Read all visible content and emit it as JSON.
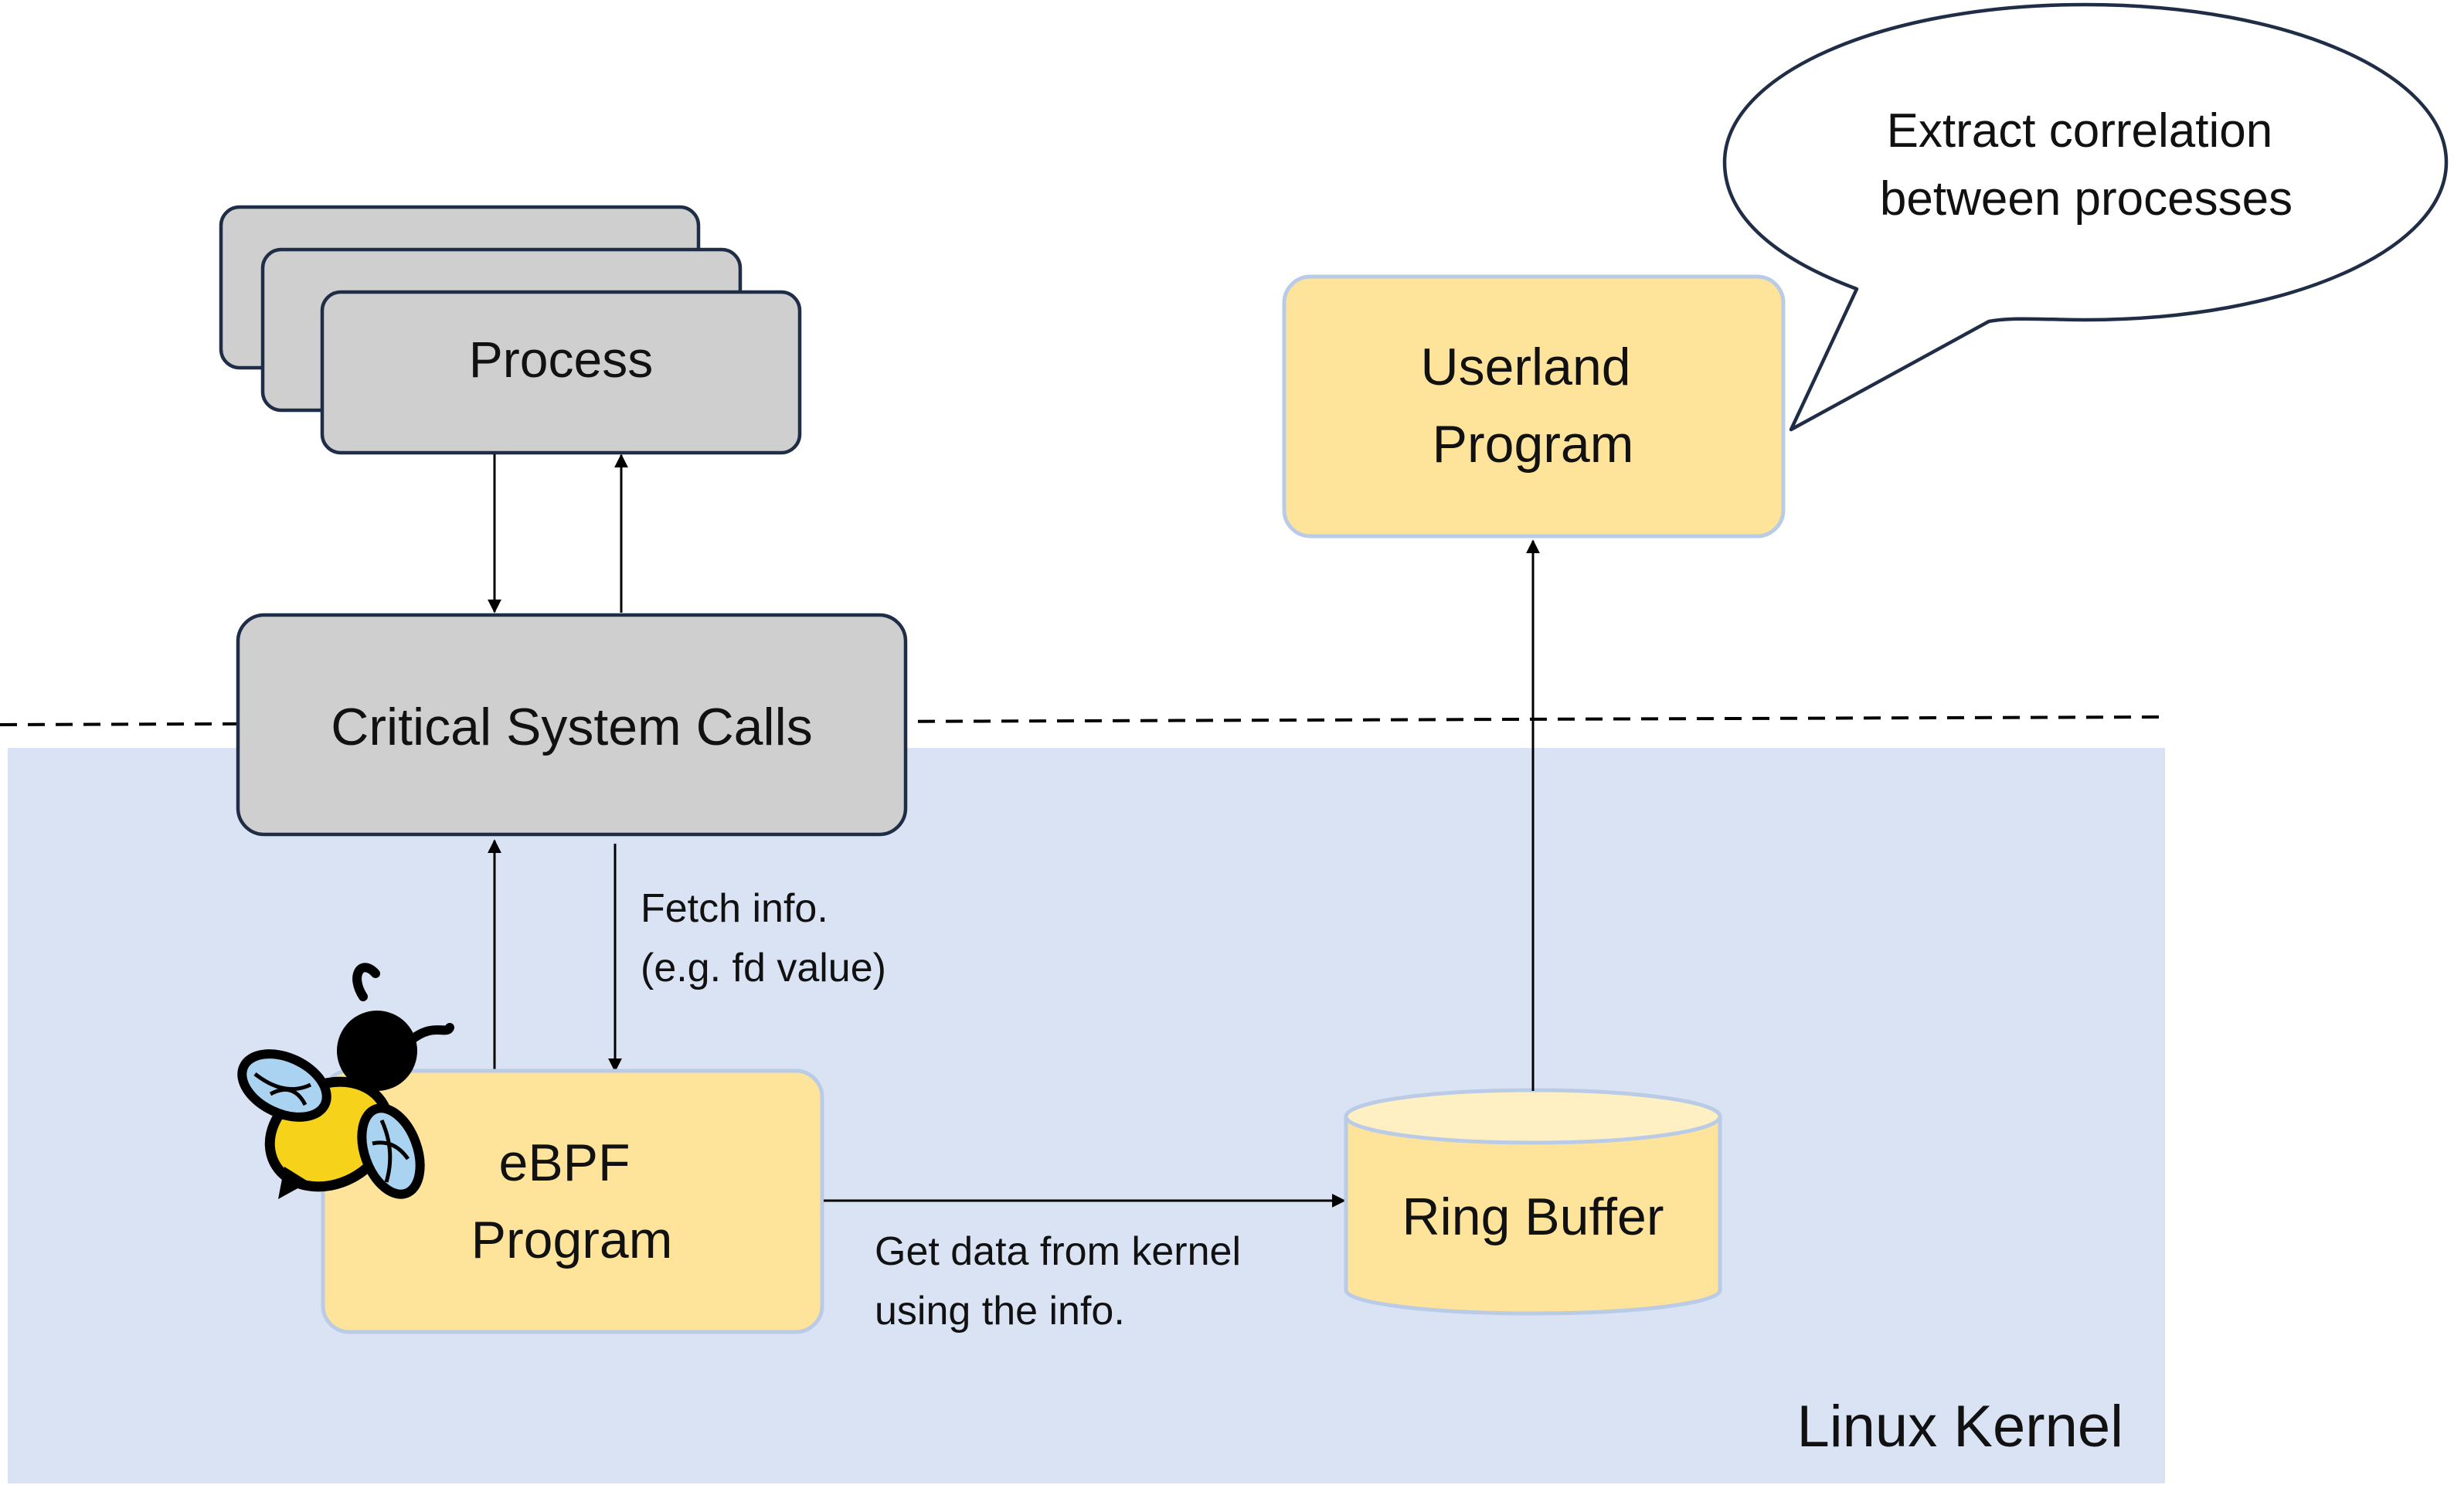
{
  "labels": {
    "process": "Process",
    "syscalls": "Critical System Calls",
    "ebpf": [
      "eBPF",
      "Program"
    ],
    "ring_buffer": "Ring Buffer",
    "userland": [
      "Userland",
      "Program"
    ],
    "speech": [
      "Extract correlation",
      "between processes"
    ],
    "fetch": [
      "Fetch info.",
      "(e.g. fd value)"
    ],
    "getdata": [
      "Get data from kernel",
      "using the info."
    ],
    "kernel": "Linux Kernel"
  },
  "icons": {
    "ebpf_logo": "ebpf-bee-icon"
  },
  "colors": {
    "kernel_region": "#dae3f3",
    "process_box": "#d0cfd0",
    "program_box": "#fee49a",
    "box_border": "#1f2d47",
    "program_border": "#b9cbe6",
    "line": "#000000",
    "bee_yellow": "#f7d21a",
    "bee_blue": "#a9d3f0"
  }
}
